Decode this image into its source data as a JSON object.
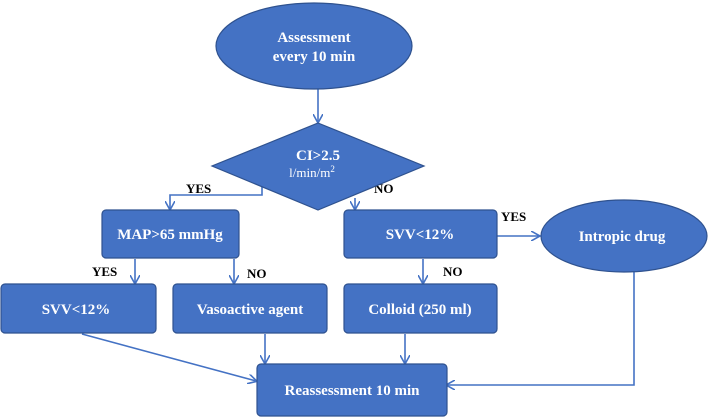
{
  "nodes": {
    "assessment": {
      "line1": "Assessment",
      "line2": "every 10 min"
    },
    "ci_decision": {
      "line1": "CI>2.5",
      "line2_base": "l/min/m",
      "line2_sup": "2"
    },
    "map": {
      "label": "MAP>65 mmHg"
    },
    "svv_right": {
      "label": "SVV<12%"
    },
    "inotropic": {
      "label": "Intropic drug"
    },
    "svv_left": {
      "label": "SVV<12%"
    },
    "vasoactive": {
      "label": "Vasoactive agent"
    },
    "colloid": {
      "label": "Colloid (250 ml)"
    },
    "reassessment": {
      "label": "Reassessment 10 min"
    }
  },
  "edge_labels": {
    "ci_yes": "YES",
    "ci_no": "NO",
    "map_yes": "YES",
    "map_no": "NO",
    "svv_yes": "YES",
    "svv_no": "NO"
  }
}
